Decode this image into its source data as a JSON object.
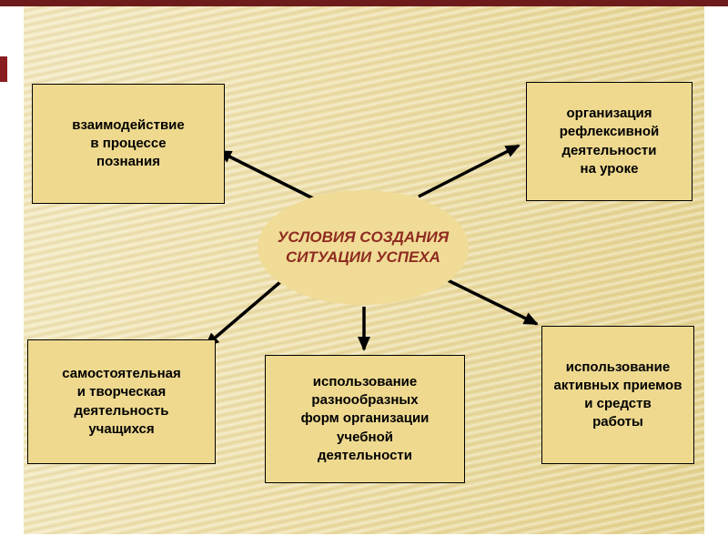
{
  "slide": {
    "center": {
      "label": "УСЛОВИЯ СОЗДАНИЯ\nСИТУАЦИИ УСПЕХА"
    },
    "boxes": [
      {
        "id": "top-left",
        "label": "взаимодействие\nв процессе\nпознания"
      },
      {
        "id": "top-right",
        "label": "организация\nрефлексивной\nдеятельности\nна уроке"
      },
      {
        "id": "bottom-left",
        "label": "самостоятельная\nи творческая\nдеятельность\nучащихся"
      },
      {
        "id": "bottom-center",
        "label": "использование\nразнообразных\nформ организации\nучебной\nдеятельности"
      },
      {
        "id": "bottom-right",
        "label": "использование\nактивных приемов\nи средств\nработы"
      }
    ],
    "colors": {
      "box_fill": "#eed98f",
      "box_border": "#000000",
      "ellipse_fill": "#f0dc96",
      "center_text": "#8e2b21",
      "accent_bar": "#6e1b1b",
      "arrow": "#000000"
    }
  }
}
